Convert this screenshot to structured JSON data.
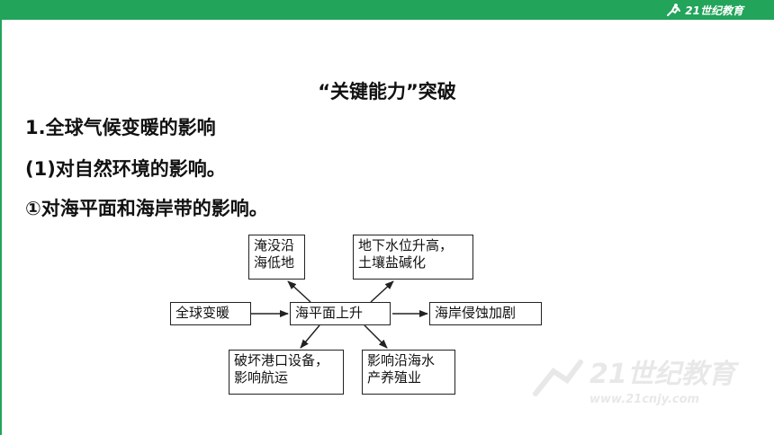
{
  "header": {
    "logo_text": "21世纪教育"
  },
  "slide": {
    "section_title": "“关键能力”突破",
    "heading1": "1.全球气候变暖的影响",
    "heading2": "(1)对自然环境的影响。",
    "heading3": "①对海平面和海岸带的影响。"
  },
  "diagram": {
    "nodes": {
      "global_warming": "全球变暖",
      "sea_level_rise": "海平面上升",
      "submerge_line1": "淹没沿",
      "submerge_line2": "海低地",
      "groundwater_line1": "地下水位升高，",
      "groundwater_line2": "土壤盐碱化",
      "erosion": "海岸侵蚀加剧",
      "port_line1": "破坏港口设备，",
      "port_line2": "影响航运",
      "aquaculture_line1": "影响沿海水",
      "aquaculture_line2": "产养殖业"
    }
  },
  "watermark": {
    "text": "21世纪教育",
    "url_text": "www.21cnjy.com"
  }
}
